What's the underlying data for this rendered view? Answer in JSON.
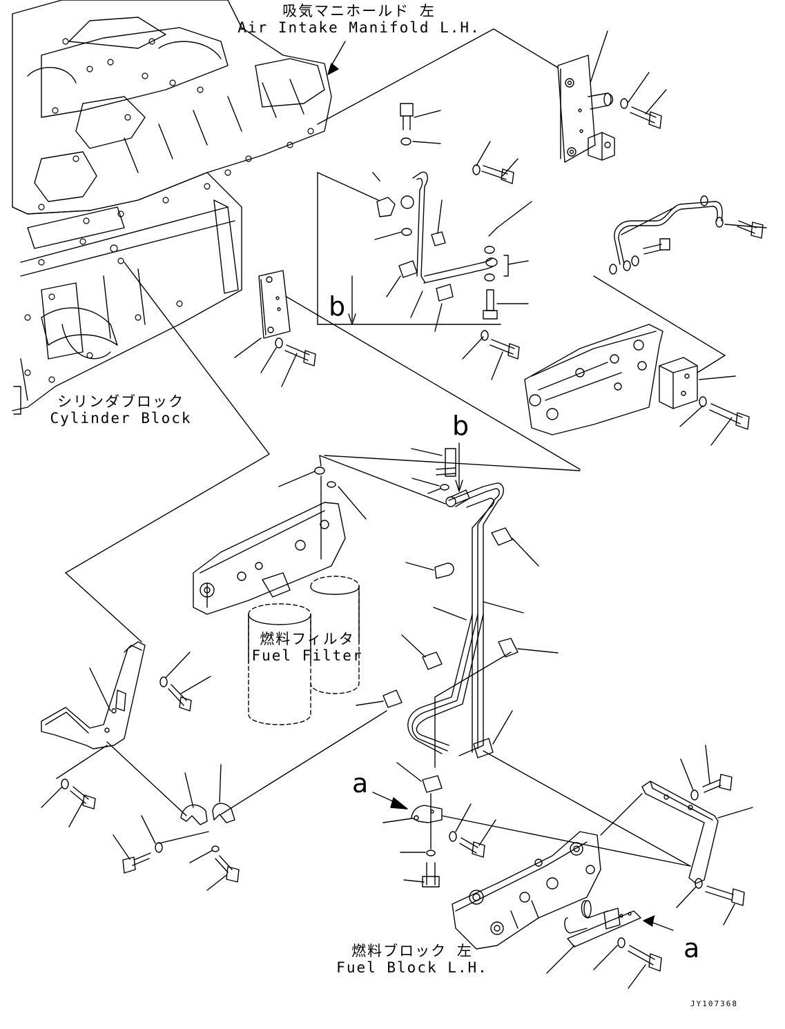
{
  "labels": {
    "air_intake_manifold_ja": "吸気マニホールド 左",
    "air_intake_manifold_en": "Air Intake Manifold L.H.",
    "cylinder_block_ja": "シリンダブロック",
    "cylinder_block_en": "Cylinder Block",
    "fuel_filter_ja": "燃料フィルタ",
    "fuel_filter_en": "Fuel Filter",
    "fuel_block_ja": "燃料ブロック 左",
    "fuel_block_en": "Fuel Block L.H."
  },
  "reference_marks": {
    "b_top": "b",
    "b_mid": "b",
    "a_left": "a",
    "a_right": "a"
  },
  "document_id": "JY107368",
  "colors": {
    "line": "#000000",
    "background": "#ffffff"
  }
}
